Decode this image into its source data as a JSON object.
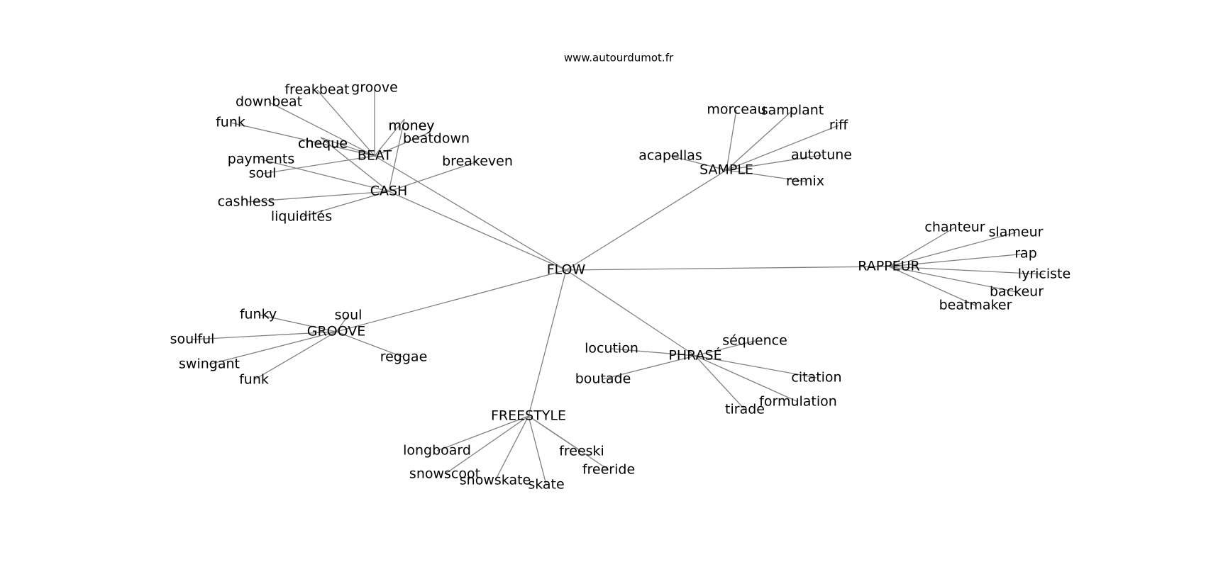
{
  "source": "www.autourdumot.fr",
  "center": "FLOW",
  "clusters": [
    {
      "hub": "BEAT",
      "words": [
        "groove",
        "freakbeat",
        "downbeat",
        "funk",
        "cheque",
        "money",
        "beatdown",
        "soul"
      ]
    },
    {
      "hub": "CASH",
      "words": [
        "payments",
        "cheque",
        "money",
        "breakeven",
        "cashless",
        "liquidités"
      ]
    },
    {
      "hub": "SAMPLE",
      "words": [
        "morceau",
        "samplant",
        "riff",
        "acapellas",
        "autotune",
        "remix"
      ]
    },
    {
      "hub": "RAPPEUR",
      "words": [
        "chanteur",
        "slameur",
        "rap",
        "lyriciste",
        "backeur",
        "beatmaker"
      ]
    },
    {
      "hub": "GROOVE",
      "words": [
        "funky",
        "soul",
        "soulful",
        "swingant",
        "funk",
        "reggae"
      ]
    },
    {
      "hub": "PHRASÉ",
      "words": [
        "locution",
        "séquence",
        "boutade",
        "citation",
        "formulation",
        "tirade"
      ]
    },
    {
      "hub": "FREESTYLE",
      "words": [
        "longboard",
        "snowscoot",
        "snowskate",
        "skate",
        "freeski",
        "freeride"
      ]
    }
  ]
}
